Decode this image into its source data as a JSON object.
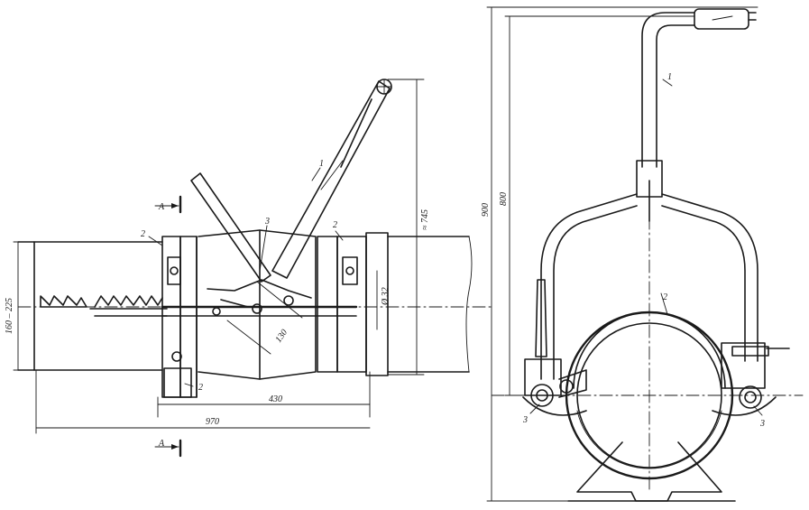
{
  "side_view": {
    "section_mark_top": "A",
    "section_mark_bottom": "A",
    "labels": {
      "part1": "1",
      "part2_left": "2",
      "part2_right": "2",
      "part2_bottom": "2",
      "part3": "3"
    },
    "dims": {
      "dim_pipe_range": "160 – 225",
      "dim_height": "≈ 745",
      "dim_dia": "Ø 32",
      "dim_slant": "130",
      "dim_width": "430",
      "dim_length": "970"
    }
  },
  "front_view": {
    "labels": {
      "part1": "1",
      "part2": "2",
      "part3_left": "3",
      "part3_right": "3"
    },
    "dims": {
      "dim_total": "900",
      "dim_mid": "800"
    }
  }
}
